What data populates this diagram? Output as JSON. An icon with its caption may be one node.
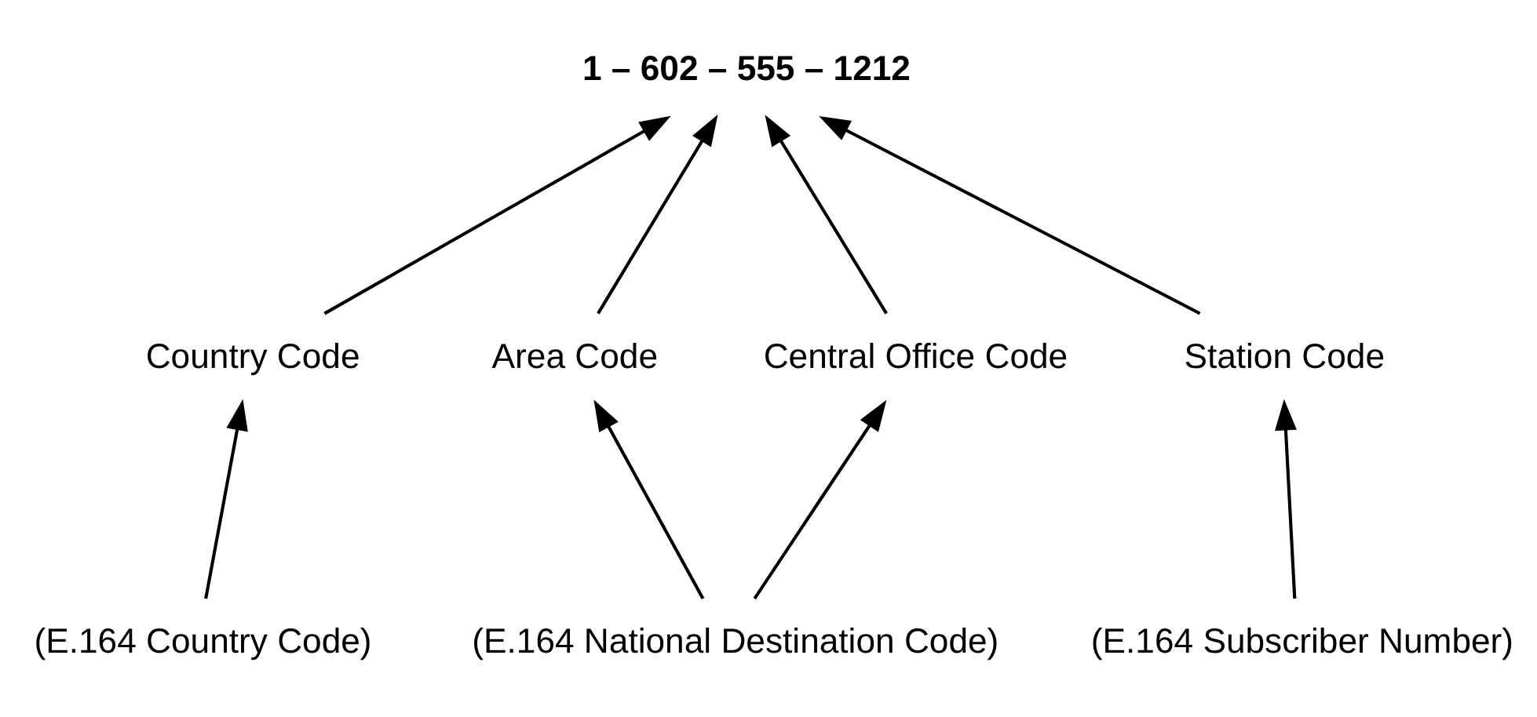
{
  "diagram": {
    "nodes": [
      {
        "text": [
          "1 – 602 – 555 – 1212"
        ]
      },
      {
        "text": [
          "Country Code"
        ]
      },
      {
        "text": [
          "Area Code"
        ]
      },
      {
        "text": [
          "Central Office Code"
        ]
      },
      {
        "text": [
          "Station Code"
        ]
      },
      {
        "text": [
          "(E.164 Country Code)"
        ]
      },
      {
        "text": [
          "(E.164 National Destination Code)"
        ]
      },
      {
        "text": [
          "(E.164 Subscriber Number)"
        ]
      }
    ],
    "edges": [
      {
        "from": 1,
        "to": 0,
        "arrow": "to"
      },
      {
        "from": 2,
        "to": 0,
        "arrow": "to"
      },
      {
        "from": 3,
        "to": 0,
        "arrow": "to"
      },
      {
        "from": 4,
        "to": 0,
        "arrow": "to"
      },
      {
        "from": 5,
        "to": 1,
        "arrow": "to"
      },
      {
        "from": 6,
        "to": 2,
        "arrow": "to"
      },
      {
        "from": 6,
        "to": 3,
        "arrow": "to"
      },
      {
        "from": 7,
        "to": 4,
        "arrow": "to"
      }
    ]
  }
}
